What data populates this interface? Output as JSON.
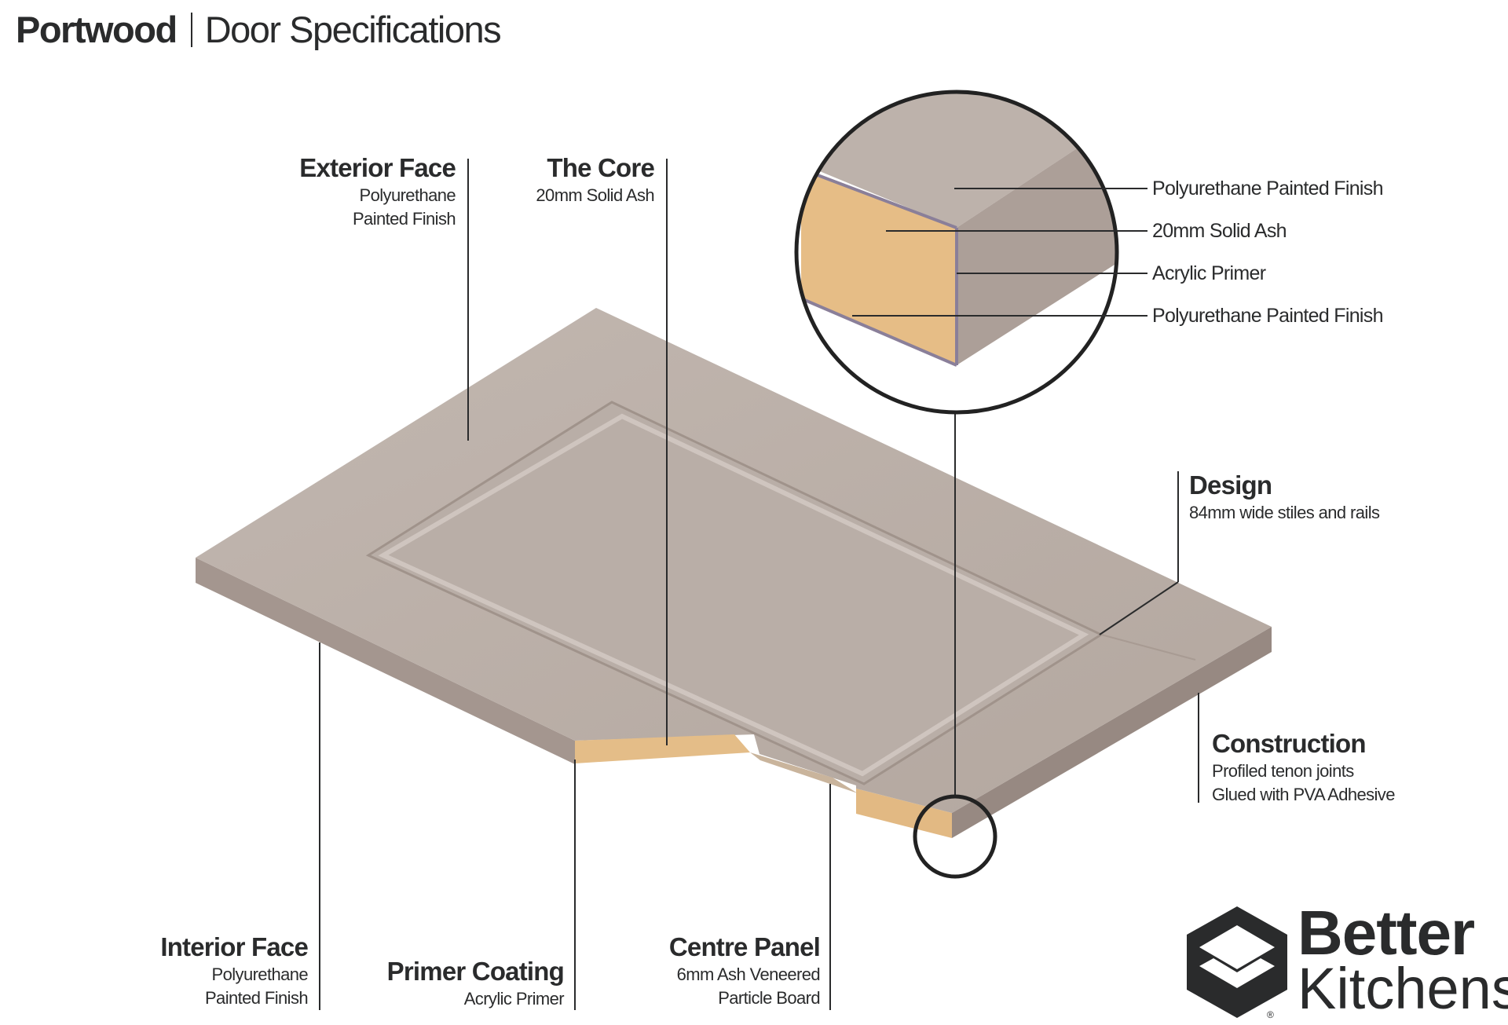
{
  "header": {
    "brand": "Portwood",
    "subtitle": "Door Specifications"
  },
  "labels": {
    "exterior_face": {
      "title": "Exterior Face",
      "line1": "Polyurethane",
      "line2": "Painted Finish"
    },
    "the_core": {
      "title": "The Core",
      "line1": "20mm Solid Ash"
    },
    "design": {
      "title": "Design",
      "line1": "84mm wide stiles and rails"
    },
    "construction": {
      "title": "Construction",
      "line1": "Profiled tenon joints",
      "line2": "Glued with PVA Adhesive"
    },
    "interior_face": {
      "title": "Interior Face",
      "line1": "Polyurethane",
      "line2": "Painted Finish"
    },
    "primer_coating": {
      "title": "Primer Coating",
      "line1": "Acrylic Primer"
    },
    "centre_panel": {
      "title": "Centre Panel",
      "line1": "6mm Ash Veneered",
      "line2": "Particle Board"
    }
  },
  "detail_callouts": [
    "Polyurethane Painted Finish",
    "20mm Solid Ash",
    "Acrylic Primer",
    "Polyurethane Painted Finish"
  ],
  "logo": {
    "line1": "Better",
    "line2": "Kitchens",
    "mark": "®"
  },
  "colors": {
    "paint": "#b7aba4",
    "wood": "#e2b983",
    "text": "#2a2b2c"
  }
}
